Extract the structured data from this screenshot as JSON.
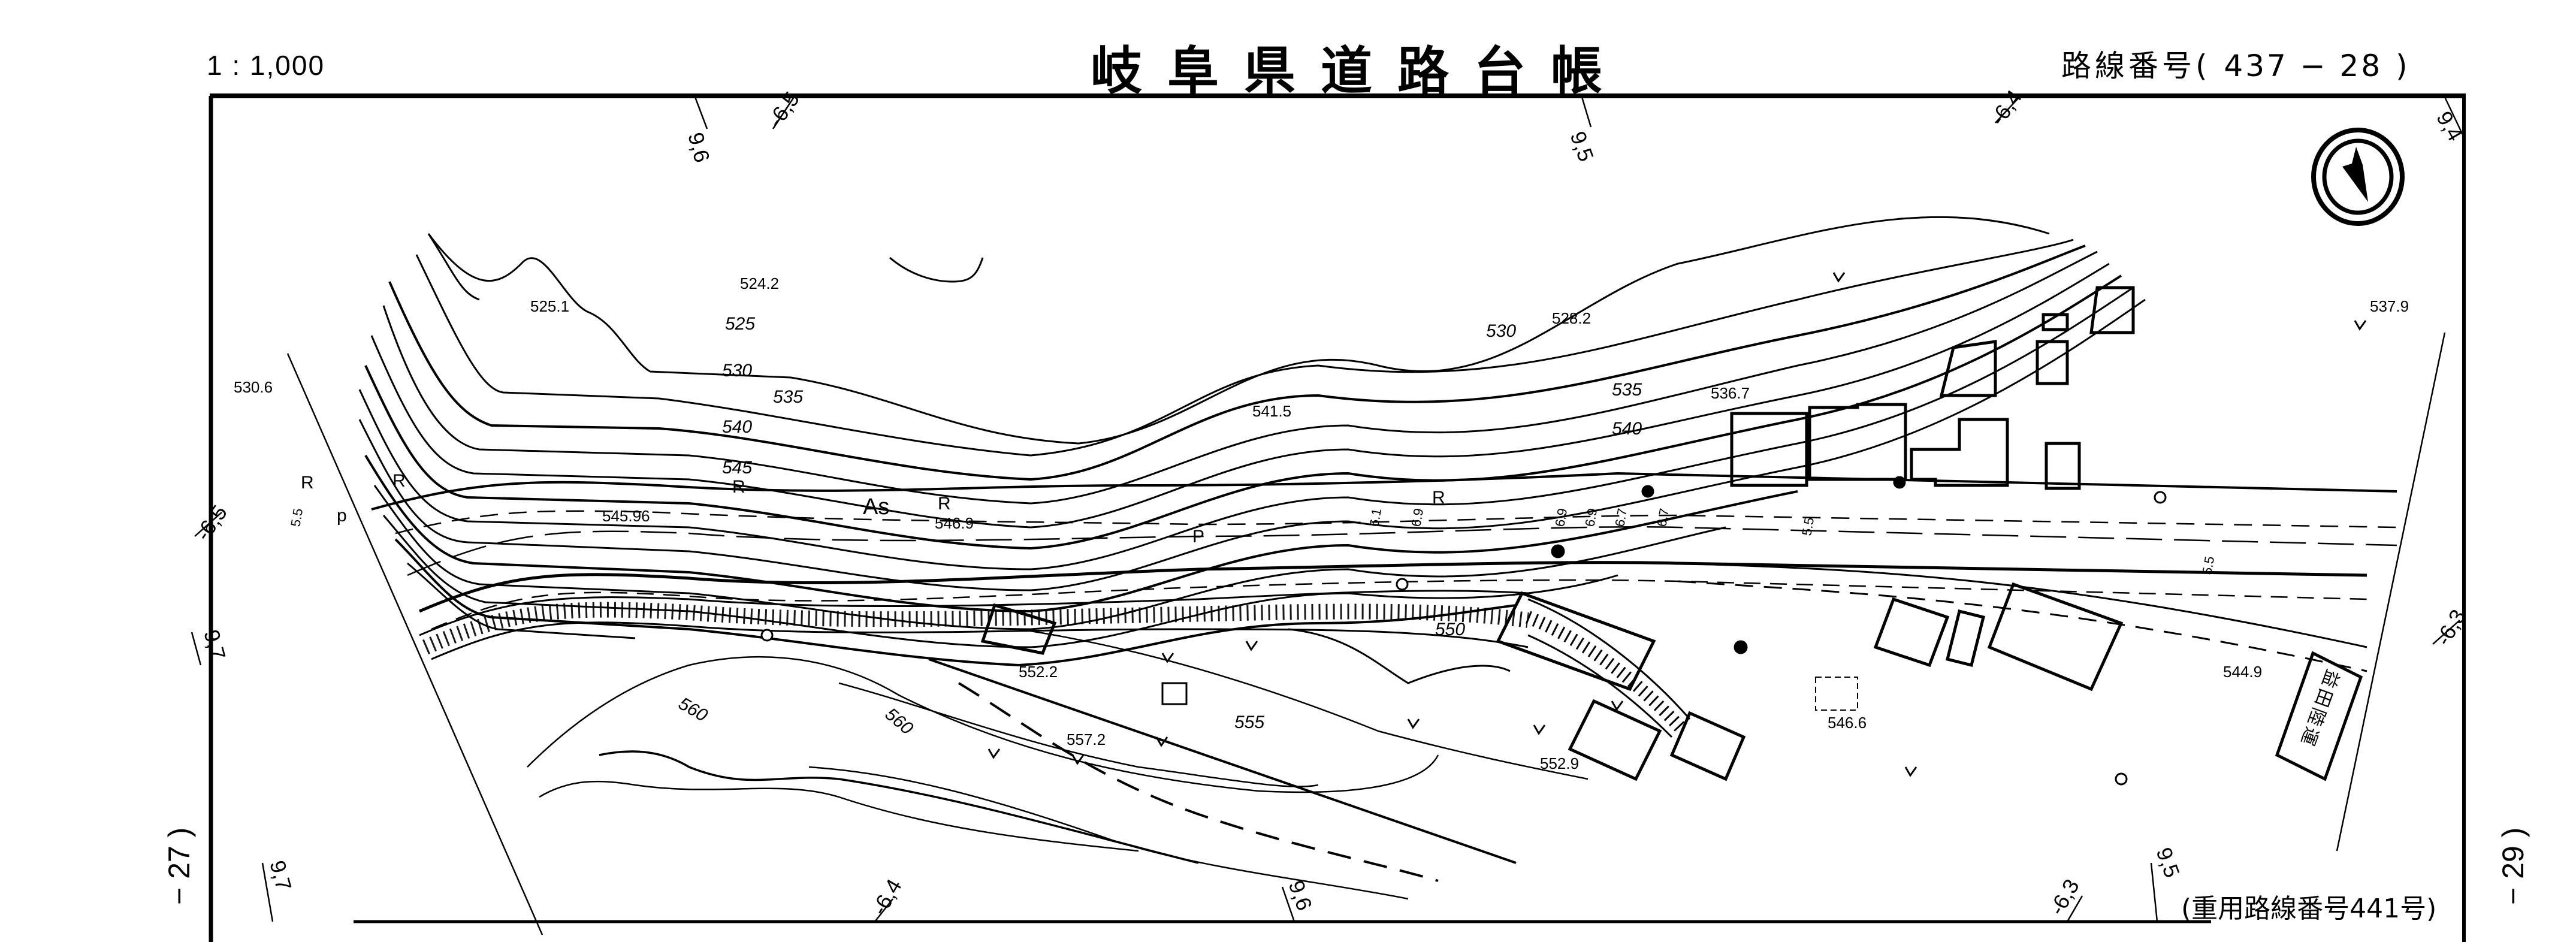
{
  "header": {
    "scale": "1 : 1,000",
    "title": "岐阜県道路台帳",
    "route_label": "路線番号(",
    "route_number": "437 − 28",
    "route_close": ")"
  },
  "page_refs": {
    "left": "− 27 )",
    "right": "− 29 )"
  },
  "footer": {
    "concurrent_route": "(重用路線番号441号)"
  },
  "map": {
    "contour_labels": [
      "525",
      "530",
      "535",
      "540",
      "545",
      "530",
      "535",
      "540",
      "550",
      "555",
      "560",
      "560"
    ],
    "spot_heights": [
      "524.2",
      "525.1",
      "530.6",
      "541.5",
      "528.2",
      "536.7",
      "537.9",
      "545.96",
      "546.9",
      "552.2",
      "557.2",
      "552.9",
      "546.6",
      "544.9"
    ],
    "road_symbols": [
      "R",
      "R",
      "R",
      "R",
      "R",
      "As",
      "p",
      "P"
    ],
    "grid_ticks_top": [
      "9,6",
      "-6,5",
      "9,5",
      "-6,4",
      "9,4"
    ],
    "grid_ticks_left": [
      "-6,5",
      "9,7"
    ],
    "grid_ticks_right": [
      "-6,3"
    ],
    "grid_ticks_bottom": [
      "9,7",
      "-6,4",
      "9,6",
      "-6,3",
      "9,5"
    ],
    "width_marks": [
      "5.5",
      "6.1",
      "6.9",
      "6.9",
      "6.9",
      "6.7",
      "6.7",
      "5.5",
      "5.5"
    ],
    "building_label": "益田陸運",
    "compass": "north-arrow"
  }
}
